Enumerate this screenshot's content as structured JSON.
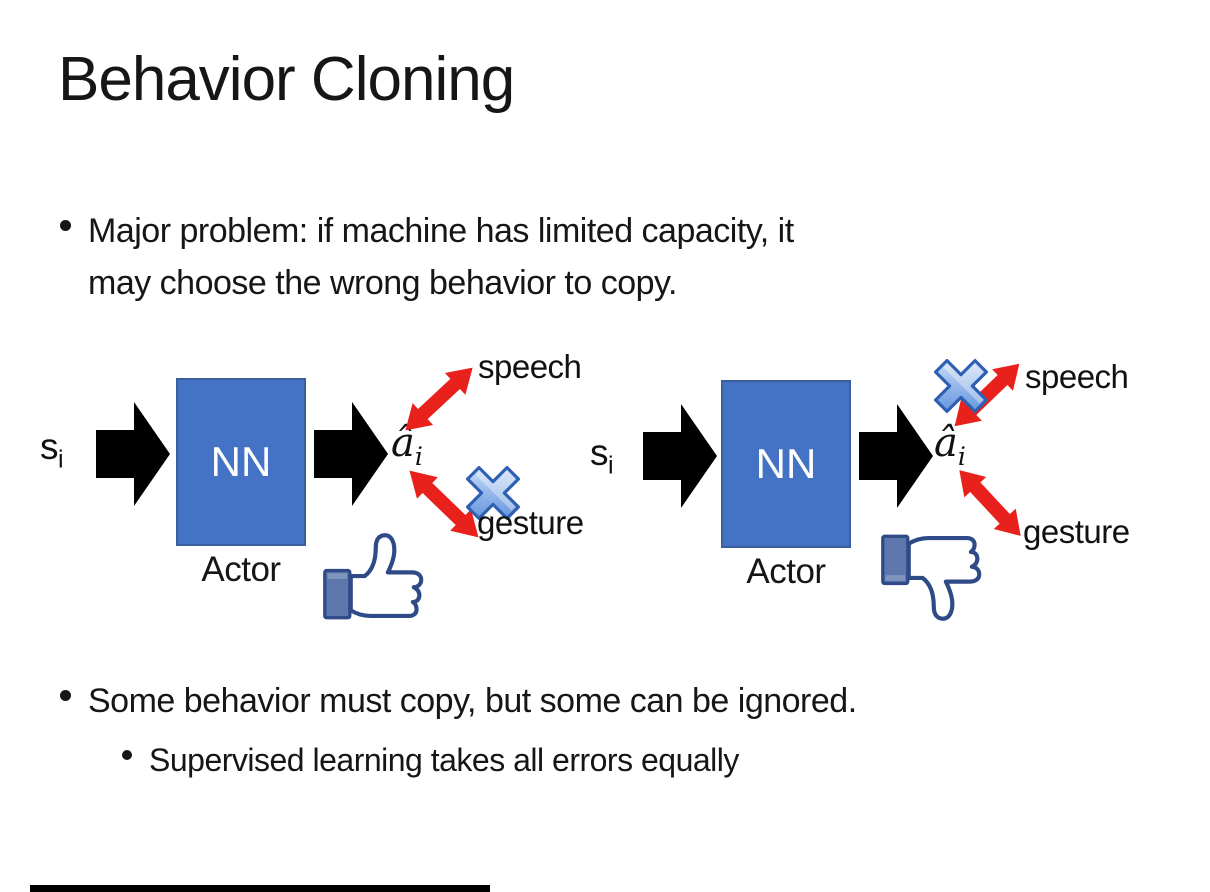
{
  "slide": {
    "title": "Behavior Cloning",
    "bullet1_line1": "Major problem: if machine has limited capacity, it",
    "bullet1_line2": "may choose the wrong behavior to copy.",
    "bullet2": "Some behavior must copy, but some can be ignored.",
    "bullet2_sub": "Supervised learning takes all errors equally"
  },
  "diagram_left": {
    "input_base": "s",
    "input_sub": "i",
    "nn_label": "NN",
    "actor_label": "Actor",
    "output_base": "â",
    "output_sub": "i",
    "speech_label": "speech",
    "gesture_label": "gesture",
    "crossed_out": "gesture",
    "feedback_icon": "thumbs-up"
  },
  "diagram_right": {
    "input_base": "s",
    "input_sub": "i",
    "nn_label": "NN",
    "actor_label": "Actor",
    "output_base": "â",
    "output_sub": "i",
    "speech_label": "speech",
    "gesture_label": "gesture",
    "crossed_out": "speech",
    "feedback_icon": "thumbs-down"
  },
  "colors": {
    "nn_box_fill": "#4472c4",
    "nn_box_border": "#3a5f9c",
    "block_arrow": "#000000",
    "red_arrow": "#e8211c",
    "x_mark_fill_light": "#e9f2fc",
    "x_mark_fill_dark": "#4c83d6",
    "x_mark_border": "#2d5fb3",
    "thumb_outline": "#2e4b88",
    "thumb_cuff": "#5d76ab",
    "text": "#161616",
    "bottom_bar": "#000000"
  }
}
